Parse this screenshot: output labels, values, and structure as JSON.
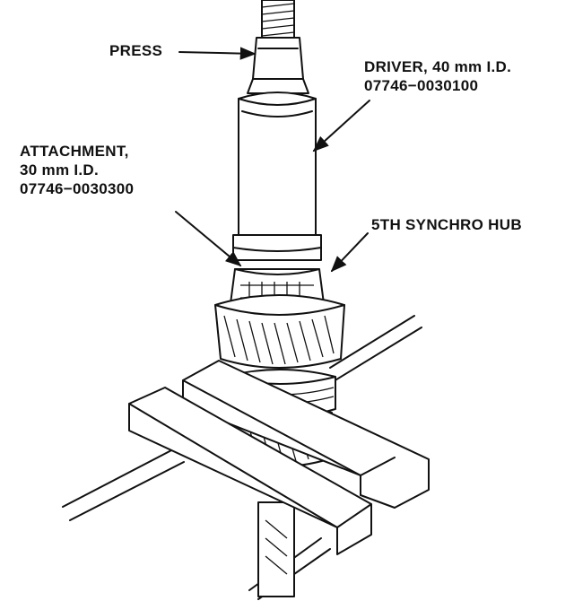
{
  "callouts": {
    "press": "PRESS",
    "driver": {
      "line1": "DRIVER, 40 mm I.D.",
      "line2": "07746−0030100"
    },
    "attachment": {
      "line1": "ATTACHMENT,",
      "line2": "30 mm I.D.",
      "line3": "07746−0030300"
    },
    "synchro_hub": "5TH SYNCHRO HUB"
  }
}
